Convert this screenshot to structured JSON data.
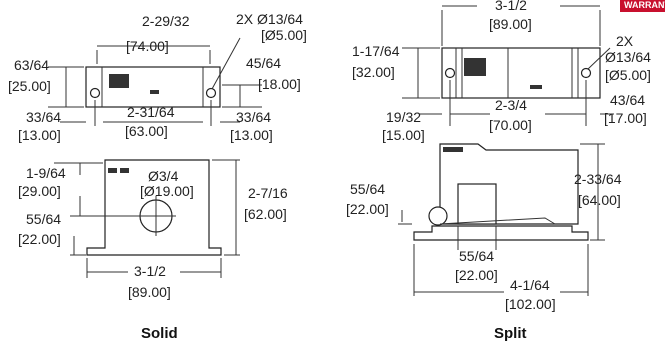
{
  "badge": {
    "label": "WARRANTY"
  },
  "solid": {
    "caption": "Solid",
    "top_width": {
      "in": "2-29/32",
      "mm": "[74.00]"
    },
    "holes": {
      "in": "2X Ø13/64",
      "mm": "[Ø5.00]"
    },
    "height_left": {
      "in": "63/64",
      "mm": "[25.00]"
    },
    "height_right": {
      "in": "45/64",
      "mm": "[18.00]"
    },
    "hole_spacing": {
      "in": "2-31/64",
      "mm": "[63.00]"
    },
    "edge_left": {
      "in": "33/64",
      "mm": "[13.00]"
    },
    "edge_right": {
      "in": "33/64",
      "mm": "[13.00]"
    },
    "aperture": {
      "in": "Ø3/4",
      "mm": "[Ø19.00]"
    },
    "total_height": {
      "in": "2-7/16",
      "mm": "[62.00]"
    },
    "top_offset": {
      "in": "1-9/64",
      "mm": "[29.00]"
    },
    "center_height": {
      "in": "55/64",
      "mm": "[22.00]"
    },
    "base_width": {
      "in": "3-1/2",
      "mm": "[89.00]"
    }
  },
  "split": {
    "caption": "Split",
    "top_width": {
      "in": "3-1/2",
      "mm": "[89.00]"
    },
    "holes": {
      "in": "2X",
      "in2": "Ø13/64",
      "mm": "[Ø5.00]"
    },
    "height_left": {
      "in": "1-17/64",
      "mm": "[32.00]"
    },
    "hole_spacing": {
      "in": "2-3/4",
      "mm": "[70.00]"
    },
    "edge_left": {
      "in": "19/32",
      "mm": "[15.00]"
    },
    "edge_right": {
      "in": "43/64",
      "mm": "[17.00]"
    },
    "total_height": {
      "in": "2-33/64",
      "mm": "[64.00]"
    },
    "center_height": {
      "in": "55/64",
      "mm": "[22.00]"
    },
    "inner_width": {
      "in": "55/64",
      "mm": "[22.00]"
    },
    "base_width": {
      "in": "4-1/64",
      "mm": "[102.00]"
    }
  }
}
